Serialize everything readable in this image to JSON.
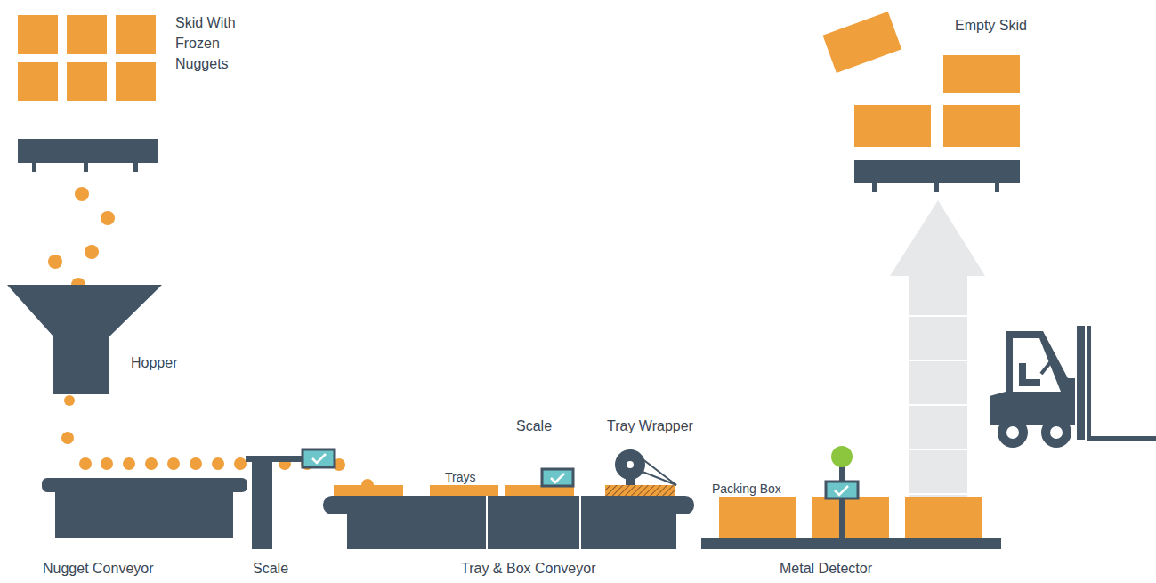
{
  "diagram": {
    "labels": [
      "Skid With Frozen Nuggets",
      "Empty Skid",
      "Hopper",
      "Trays",
      "Scale",
      "Tray Wrapper",
      "Packing Box",
      "Nugget Conveyor",
      "Scale",
      "Tray & Box Conveyor",
      "Metal Detector"
    ]
  }
}
